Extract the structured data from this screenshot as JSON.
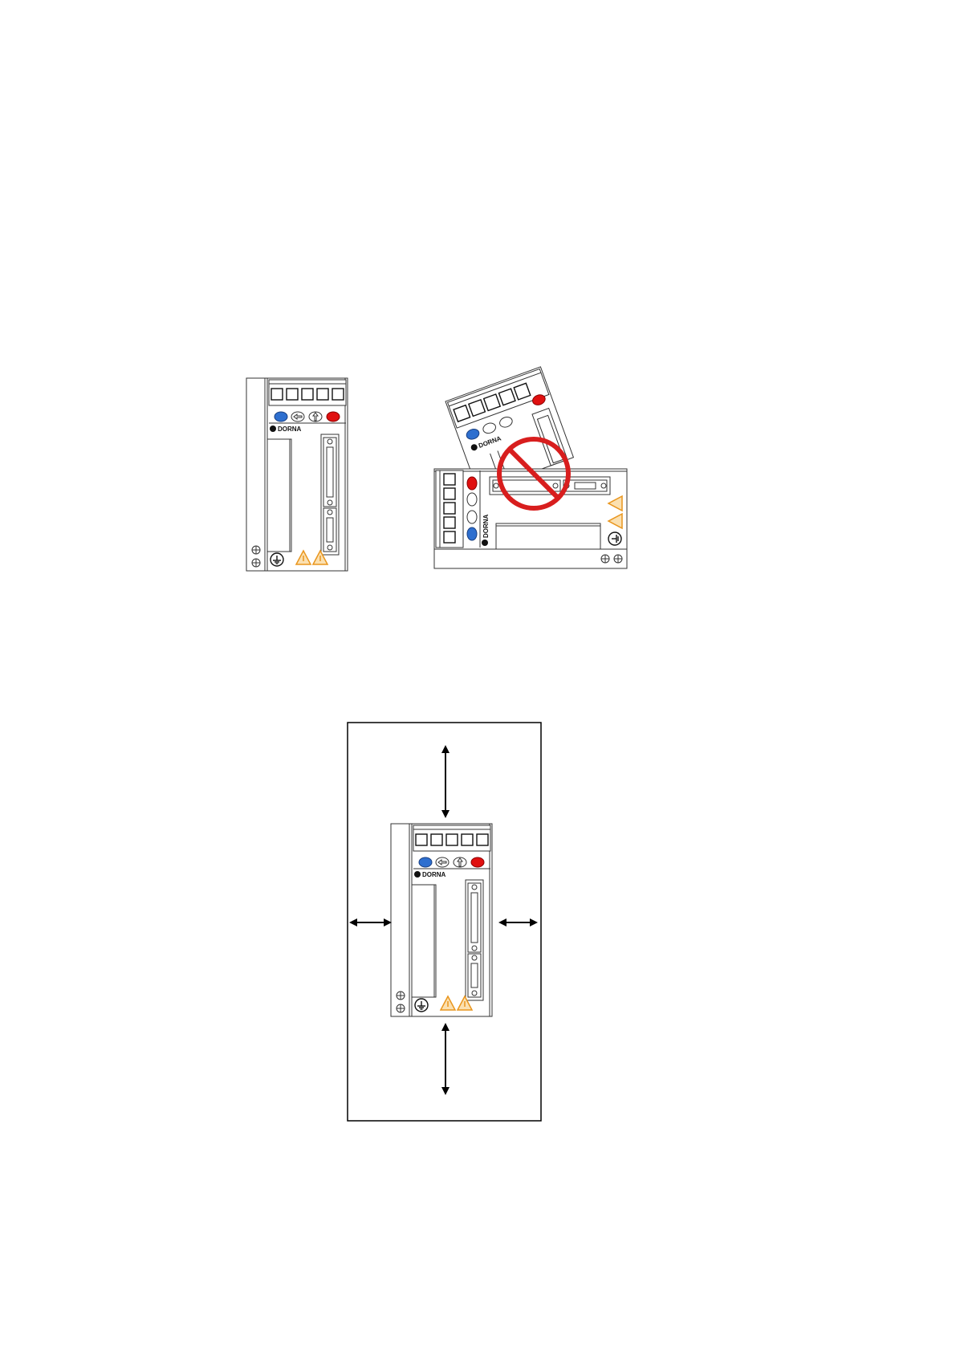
{
  "figure_orientation": {
    "correct_drive": {
      "brand": "DORNA"
    },
    "wrong_drive": {
      "brand": "DORNA"
    }
  },
  "figure_clearance": {
    "drive": {
      "brand": "DORNA"
    }
  },
  "colors": {
    "button_blue": "#2e6fcf",
    "button_red": "#e01010",
    "prohibition_red": "#d81e1e",
    "warning_orange": "#e9961e",
    "outline": "#333333"
  }
}
